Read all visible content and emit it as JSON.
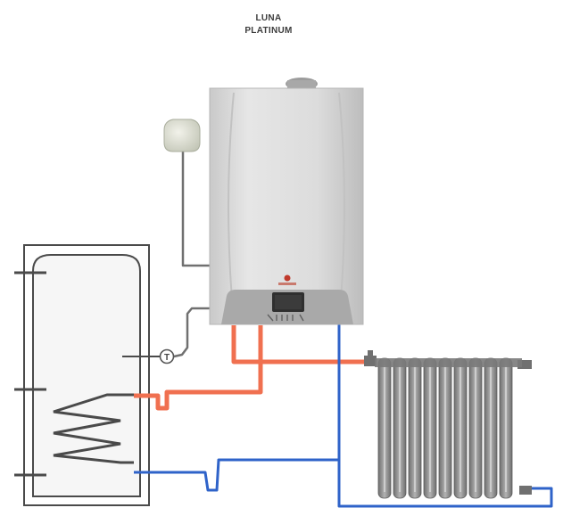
{
  "header": {
    "line1": "LUNA",
    "line2": "PLATINUM"
  },
  "boiler": {
    "display_text": "",
    "logo_color": "#c0392b"
  },
  "colors": {
    "hot_pipe": "#f07050",
    "cold_pipe": "#2f63c9",
    "wire": "#707070",
    "cylinder_outline": "#4a4a4a",
    "boiler_body": "#d0d0d0",
    "radiator": "#8e8e8e"
  },
  "icons": {
    "outdoor_sensor": "outdoor-sensor-icon",
    "temperature_probe": "temperature-probe-icon"
  },
  "labels": {
    "probe_symbol": "T"
  }
}
